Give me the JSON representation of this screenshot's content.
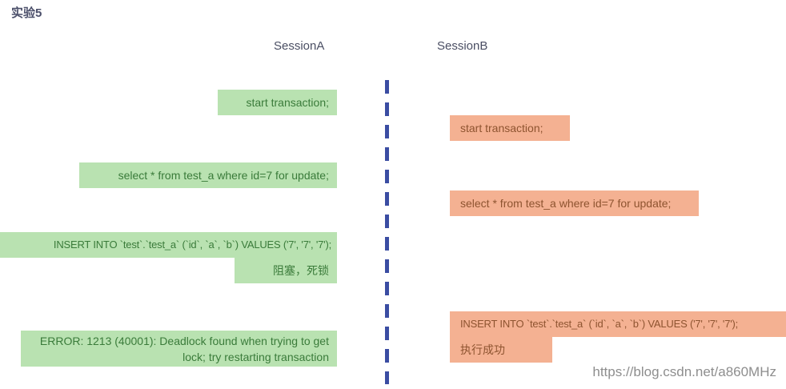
{
  "page": {
    "title": "实验5",
    "watermark": "https://blog.csdn.net/a860MHz"
  },
  "colors": {
    "background": "#ffffff",
    "title_color": "#4b4f6a",
    "heading_color": "#4a4e63",
    "divider_blue": "#3b4da2",
    "green_bg": "#b9e2b1",
    "green_text": "#3a7b3a",
    "orange_bg": "#f4b192",
    "orange_text": "#8e5430",
    "watermark_gray": "#8e8e8e"
  },
  "session_a": {
    "name": "SessionA",
    "steps": [
      {
        "text": "start transaction;",
        "kind": "sql"
      },
      {
        "text": "select * from test_a where id=7 for update;",
        "kind": "sql"
      },
      {
        "text": "INSERT INTO `test`.`test_a` (`id`, `a`, `b`) VALUES ('7', '7', '7');",
        "kind": "sql"
      },
      {
        "text": "阻塞，死锁",
        "kind": "status"
      },
      {
        "text": "ERROR: 1213 (40001): Deadlock found when trying to get lock; try restarting transaction",
        "kind": "error"
      }
    ]
  },
  "session_b": {
    "name": "SessionB",
    "steps": [
      {
        "text": "start transaction;",
        "kind": "sql"
      },
      {
        "text": "select * from test_a where id=7 for update;",
        "kind": "sql"
      },
      {
        "text": "INSERT INTO `test`.`test_a` (`id`, `a`, `b`) VALUES ('7', '7', '7');",
        "kind": "sql"
      },
      {
        "text": "执行成功",
        "kind": "status"
      }
    ]
  }
}
